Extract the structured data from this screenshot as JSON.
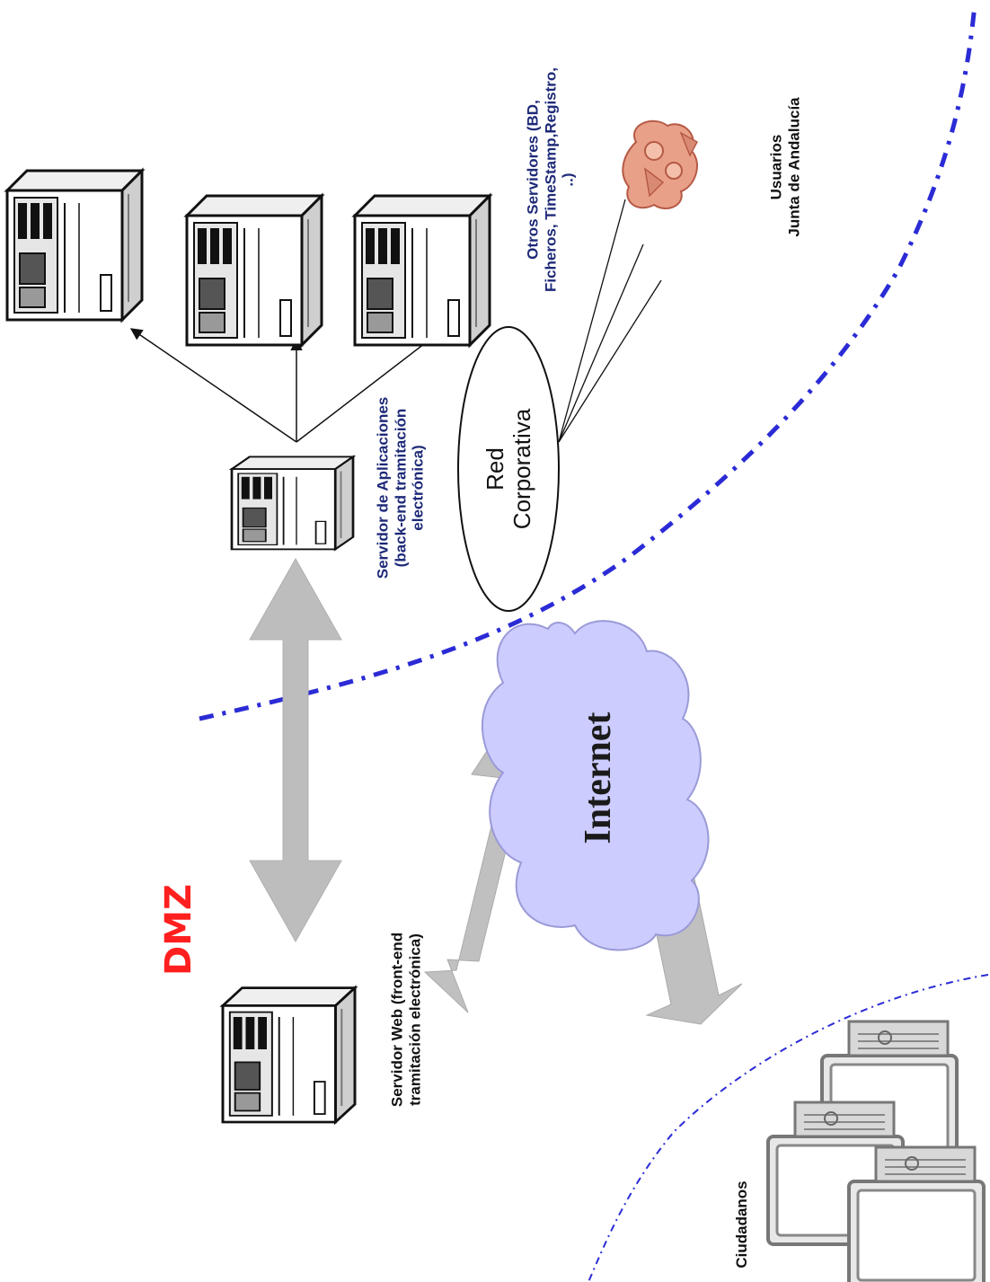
{
  "labels": {
    "dmz": "DMZ",
    "internet": "Internet",
    "red_line1": "Red",
    "red_line2": "Corporativa",
    "app_server_line1": "Servidor de Aplicaciones",
    "app_server_line2": "(back-end tramitación",
    "app_server_line3": "electrónica)",
    "web_server_line1": "Servidor Web (front-end",
    "web_server_line2": "tramitación electrónica)",
    "other_servers_line1": "Otros Servidores (BD,",
    "other_servers_line2": "Ficheros, TimeStamp,Registro,",
    "other_servers_line3": "..)",
    "users_line1": "Usuarios",
    "users_line2": "Junta de Andalucía",
    "citizens": "Ciudadanos"
  },
  "colors": {
    "zone_line": "#2b2bd6",
    "arrow_fill": "#bdbdbd",
    "cloud_fill": "#ccccff",
    "dmz_text": "#ff1f1f",
    "label_text": "#1e2a78",
    "users_icon": "#e9a089"
  }
}
